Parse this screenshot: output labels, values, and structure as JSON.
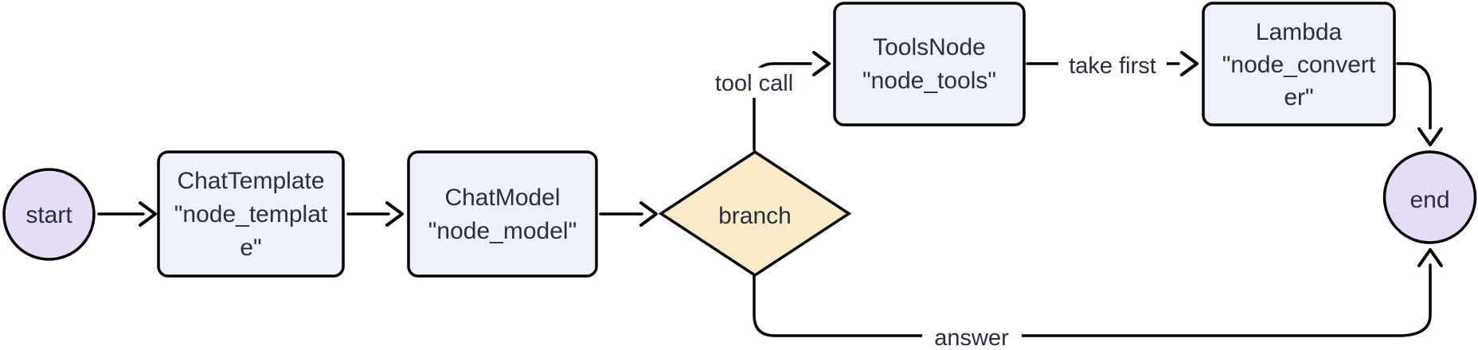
{
  "diagram_type": "flowchart-left-to-right",
  "colors": {
    "background": "#ffffff",
    "terminal_fill": "#e7dcf5",
    "process_fill": "#ecf1fa",
    "decision_fill": "#faebc8",
    "stroke": "#000000",
    "text": "#2a2e3e"
  },
  "nodes": {
    "start": {
      "shape": "circle",
      "label": "start"
    },
    "chat_template": {
      "shape": "rounded-rect",
      "lines": [
        "ChatTemplate",
        "\"node_templat",
        "e\""
      ]
    },
    "chat_model": {
      "shape": "rounded-rect",
      "lines": [
        "ChatModel",
        "\"node_model\""
      ]
    },
    "branch": {
      "shape": "diamond",
      "label": "branch"
    },
    "tools_node": {
      "shape": "rounded-rect",
      "lines": [
        "ToolsNode",
        "\"node_tools\""
      ]
    },
    "lambda_converter": {
      "shape": "rounded-rect",
      "lines": [
        "Lambda",
        "\"node_convert",
        "er\""
      ]
    },
    "end": {
      "shape": "circle",
      "label": "end"
    }
  },
  "edge_labels": {
    "tool_call": "tool call",
    "take_first": "take first",
    "answer": "answer"
  }
}
